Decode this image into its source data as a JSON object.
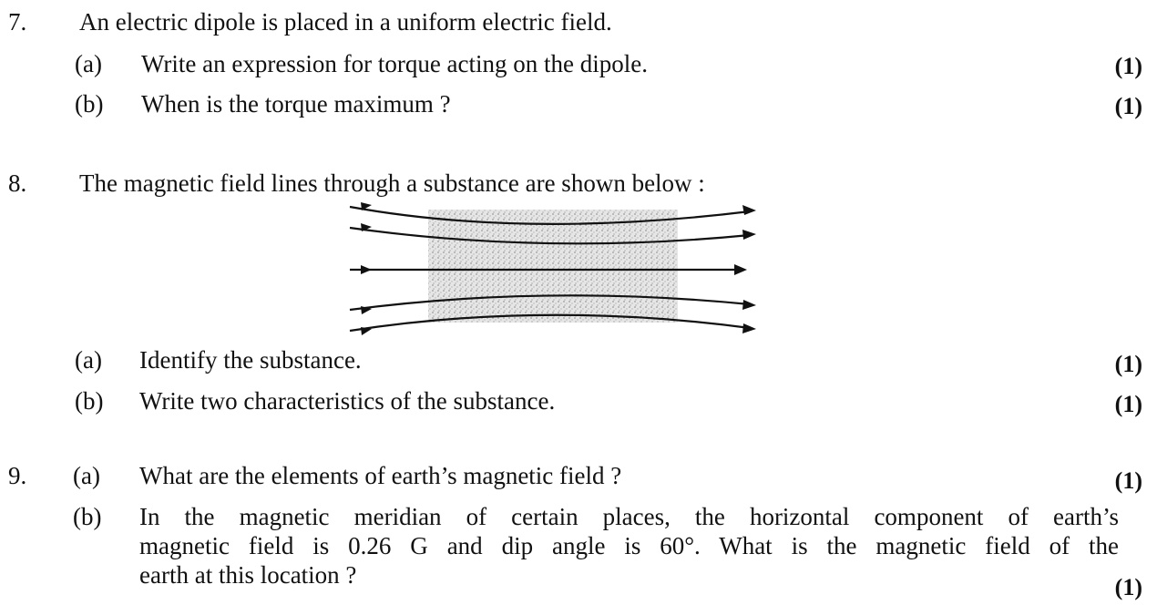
{
  "questions": [
    {
      "number": "7.",
      "stem": "An electric dipole is placed in a uniform electric field.",
      "parts": [
        {
          "label": "(a)",
          "text": "Write an expression for torque acting on the dipole.",
          "marks": "(1)"
        },
        {
          "label": "(b)",
          "text": "When is the torque maximum ?",
          "marks": "(1)"
        }
      ]
    },
    {
      "number": "8.",
      "stem": "The magnetic field lines through a substance are shown below :",
      "parts": [
        {
          "label": "(a)",
          "text": "Identify the substance.",
          "marks": "(1)"
        },
        {
          "label": "(b)",
          "text": "Write two characteristics of the substance.",
          "marks": "(1)"
        }
      ]
    },
    {
      "number": "9.",
      "parts": [
        {
          "label": "(a)",
          "text": "What are the elements of earth’s magnetic field ?",
          "marks": "(1)"
        },
        {
          "label": "(b)",
          "lines": [
            "In the magnetic meridian of certain places, the horizontal component of earth’s",
            "magnetic field is 0.26 G and dip angle is 60°. What is the magnetic field of the",
            "earth at this location ?"
          ],
          "marks": "(1)"
        }
      ]
    }
  ],
  "figure": {
    "depicts": "magnetic field lines converging through a paramagnetic substance block",
    "field_line_count": 5,
    "colors": {
      "line": "#111111",
      "block": "#c9c9c9"
    }
  }
}
